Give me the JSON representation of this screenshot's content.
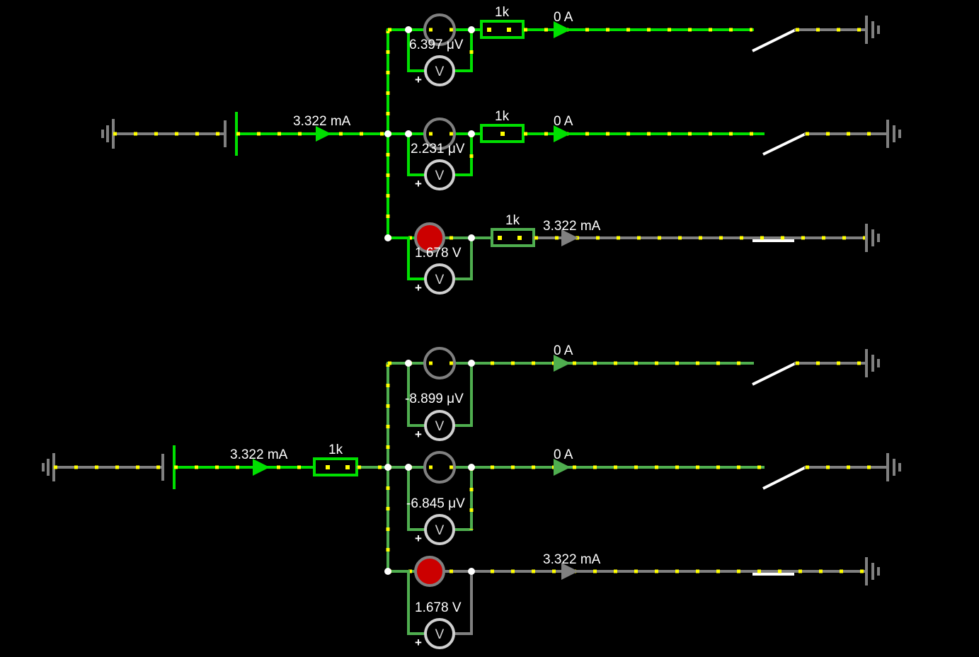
{
  "colors": {
    "background": "#000000",
    "wire_active": "#00e000",
    "wire_dim": "#4fae4f",
    "wire_off": "#808080",
    "current_dot": "#ffff00",
    "lamp_on": "#cc0000",
    "switch": "#ffffff"
  },
  "circuit_top": {
    "source_current": "3.322 mA",
    "branches": [
      {
        "resistor": "1k",
        "current": "0 A",
        "voltmeter": "6.397 μV",
        "lamp": "off",
        "switch": "open"
      },
      {
        "resistor": "1k",
        "current": "0 A",
        "voltmeter": "2.231 μV",
        "lamp": "off",
        "switch": "open"
      },
      {
        "resistor": "1k",
        "current": "3.322 mA",
        "voltmeter": "1.678 V",
        "lamp": "on",
        "switch": "closed"
      }
    ]
  },
  "circuit_bottom": {
    "source_current": "3.322 mA",
    "series_resistor": "1k",
    "branches": [
      {
        "current": "0 A",
        "voltmeter": "-8.899 μV",
        "lamp": "off",
        "switch": "open"
      },
      {
        "current": "0 A",
        "voltmeter": "-6.845 μV",
        "lamp": "off",
        "switch": "open"
      },
      {
        "current": "3.322 mA",
        "voltmeter": "1.678 V",
        "lamp": "on",
        "switch": "closed"
      }
    ]
  },
  "voltmeter_symbol": "V",
  "voltmeter_polarity": "+"
}
